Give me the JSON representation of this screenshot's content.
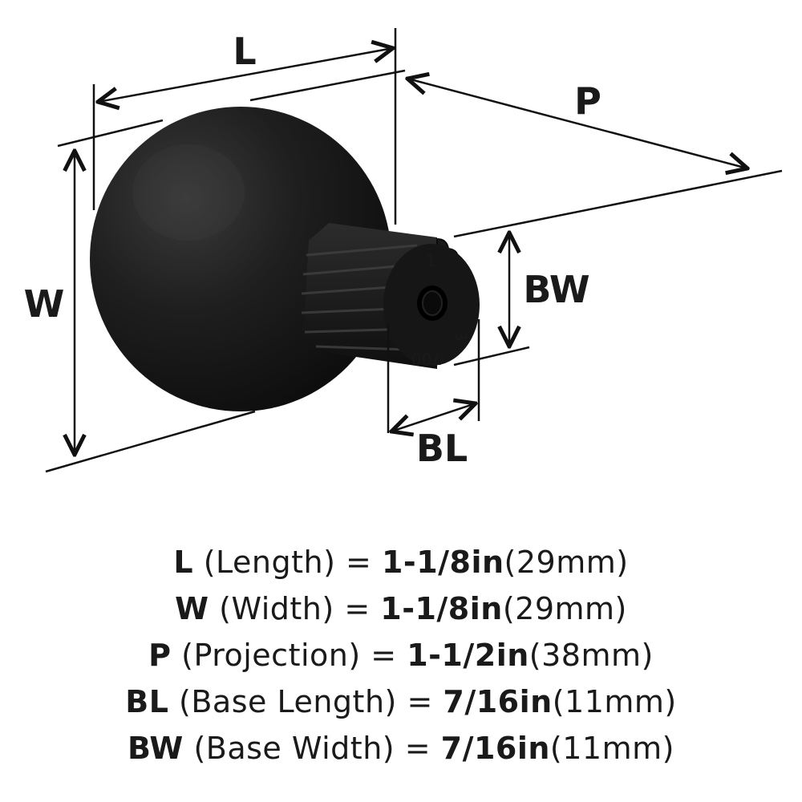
{
  "diagram": {
    "dimension_labels": {
      "L": "L",
      "W": "W",
      "P": "P",
      "BW": "BW",
      "BL": "BL"
    },
    "part_markings": {
      "top": "1",
      "side": "3",
      "code": "700"
    }
  },
  "specs": [
    {
      "key": "L",
      "name": "(Length)",
      "eq": "=",
      "value": "1-1/8in",
      "metric": "(29mm)"
    },
    {
      "key": "W",
      "name": "(Width)",
      "eq": "=",
      "value": "1-1/8in",
      "metric": "(29mm)"
    },
    {
      "key": "P",
      "name": "(Projection)",
      "eq": "=",
      "value": "1-1/2in",
      "metric": "(38mm)"
    },
    {
      "key": "BL",
      "name": "(Base Length)",
      "eq": "=",
      "value": "7/16in",
      "metric": "(11mm)"
    },
    {
      "key": "BW",
      "name": "(Base Width)",
      "eq": "=",
      "value": "7/16in",
      "metric": "(11mm)"
    }
  ]
}
